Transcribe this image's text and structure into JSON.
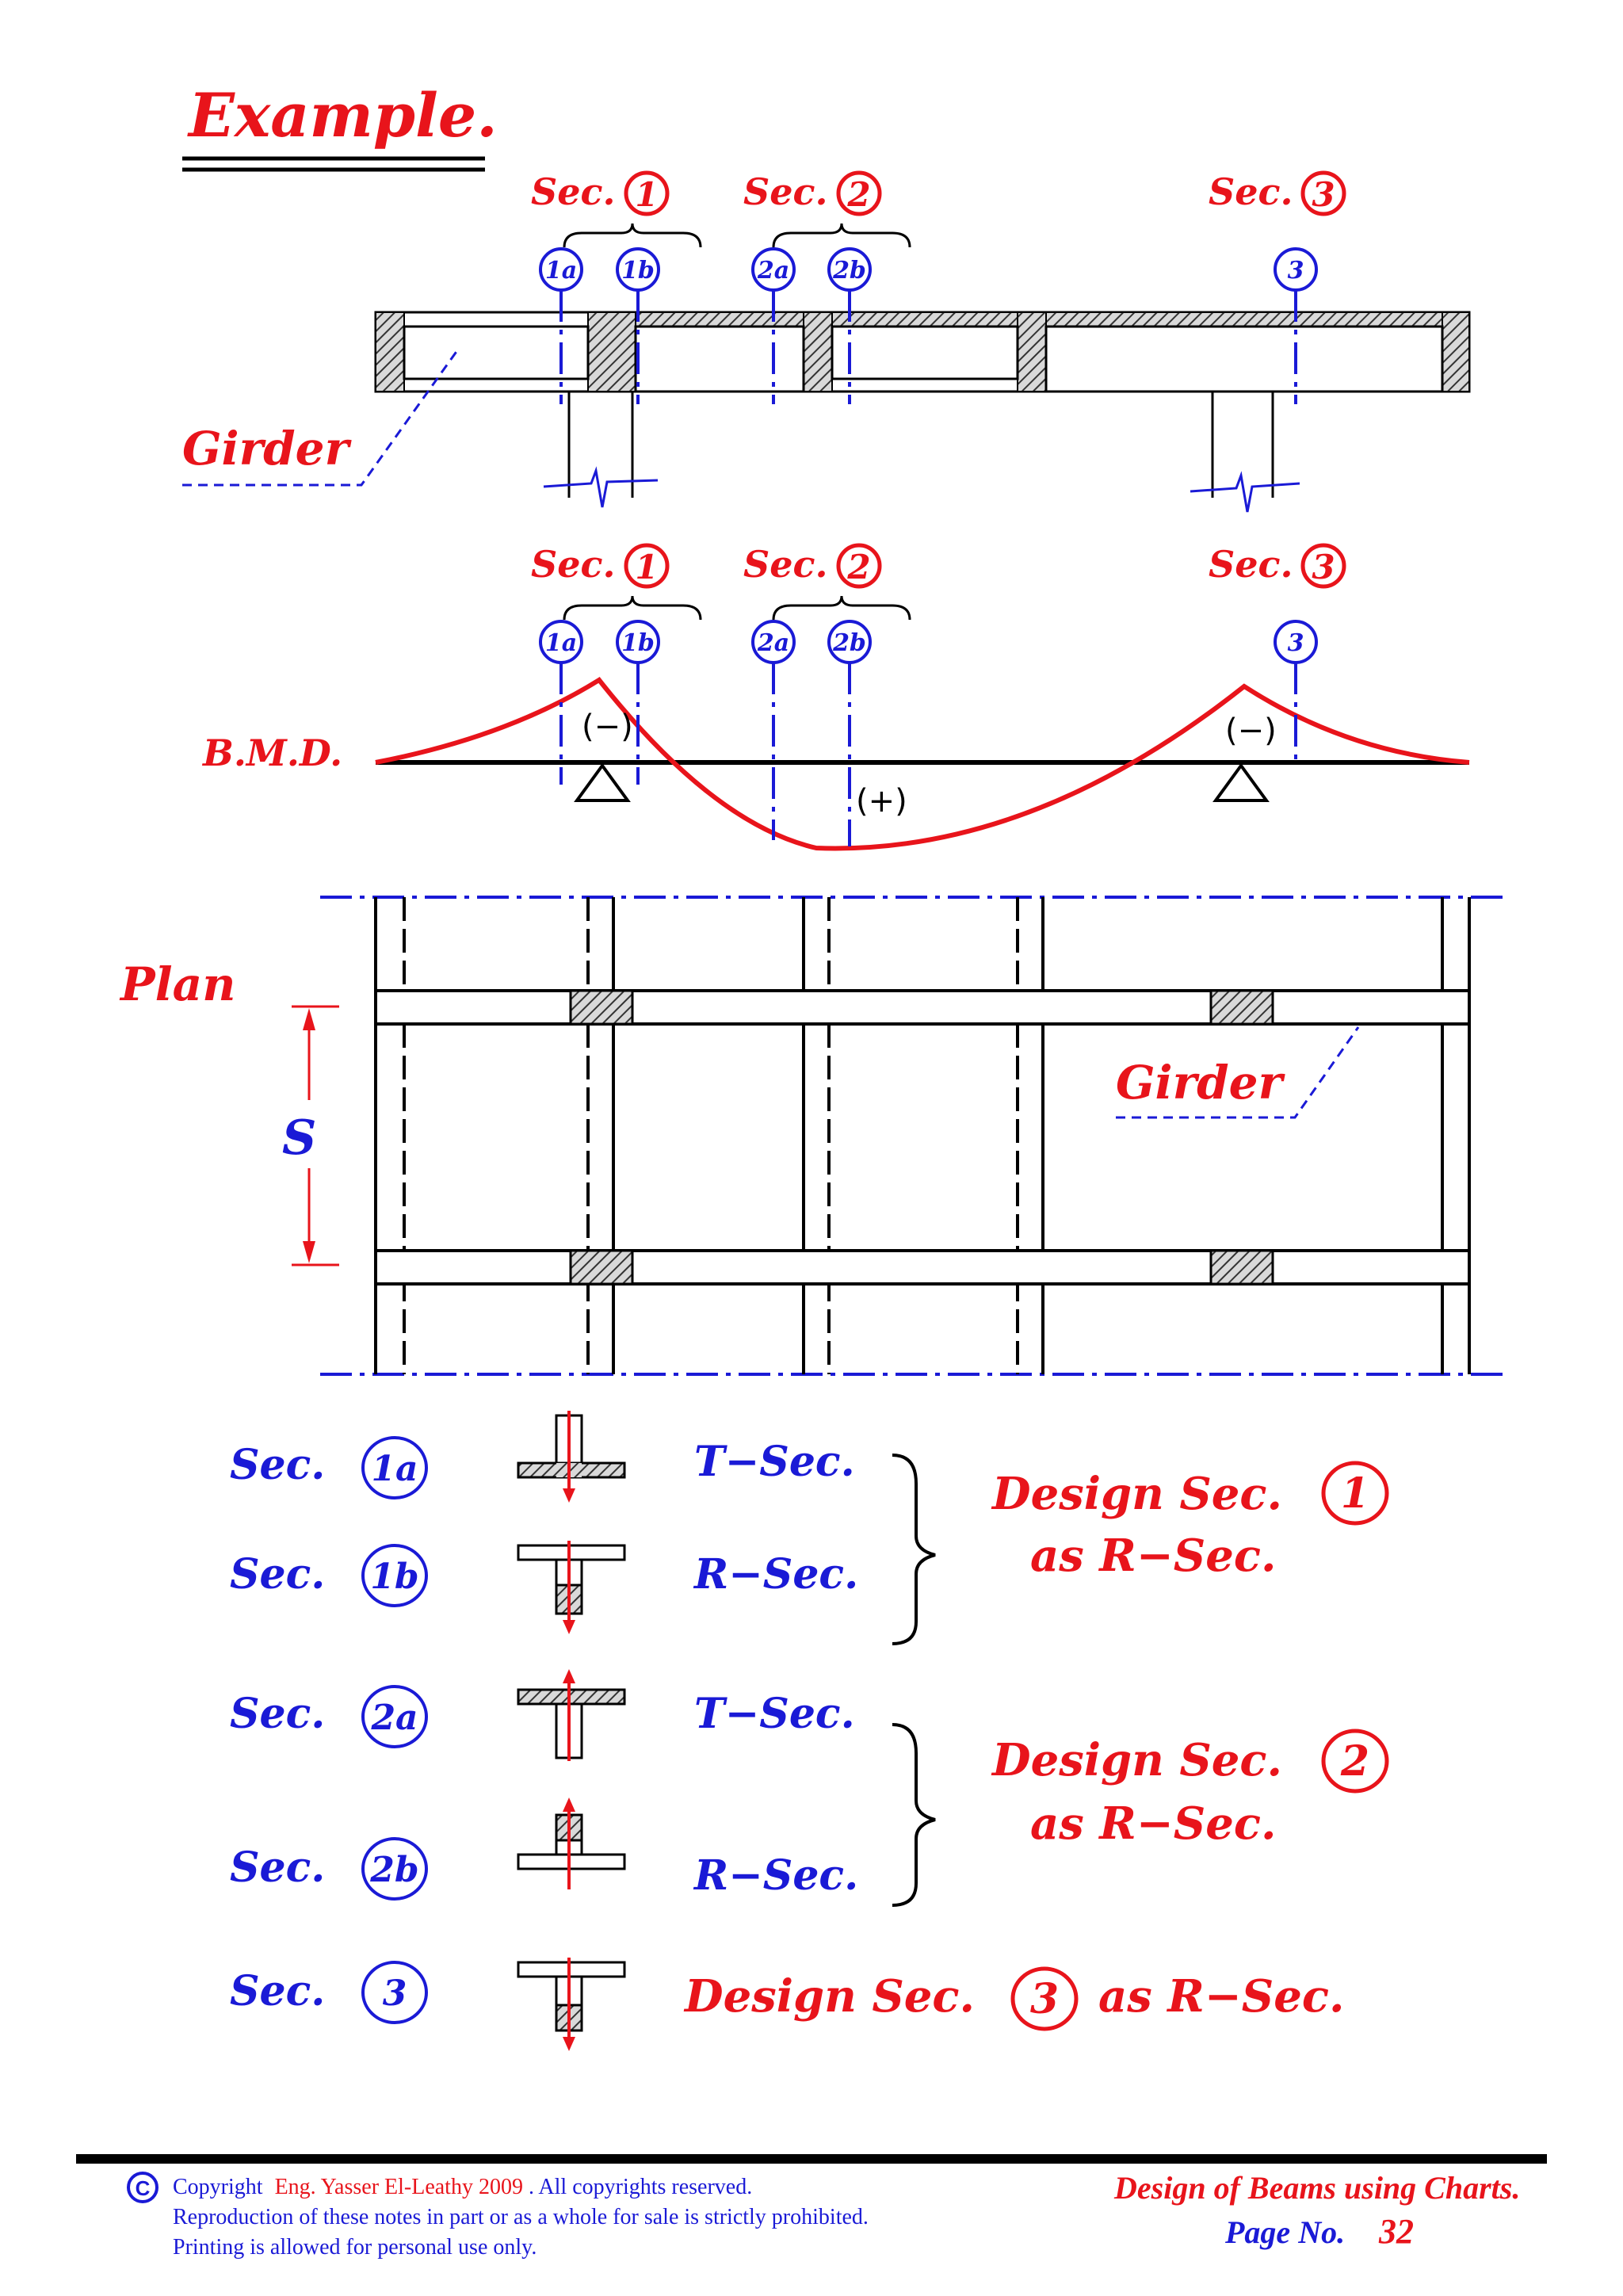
{
  "title": "Example.",
  "section_labels": [
    "Sec.",
    "Sec.",
    "Sec."
  ],
  "section_numbers": [
    "1",
    "2",
    "3"
  ],
  "circle_labels": [
    "1a",
    "1b",
    "2a",
    "2b",
    "3"
  ],
  "girder_label": "Girder",
  "bmd_label": "B.M.D.",
  "bmd_signs": {
    "neg": "(−)",
    "pos": "(+)"
  },
  "plan_label": "Plan",
  "plan_dim": "S",
  "table": {
    "rows": [
      {
        "label": "Sec.",
        "num": "1a",
        "type": "T−Sec."
      },
      {
        "label": "Sec.",
        "num": "1b",
        "type": "R−Sec."
      },
      {
        "label": "Sec.",
        "num": "2a",
        "type": "T−Sec."
      },
      {
        "label": "Sec.",
        "num": "2b",
        "type": "R−Sec."
      },
      {
        "label": "Sec.",
        "num": "3",
        "type": ""
      }
    ],
    "design1": {
      "line1": "Design Sec.",
      "num": "1",
      "line2": "as R−Sec."
    },
    "design2": {
      "line1": "Design Sec.",
      "num": "2",
      "line2": "as R−Sec."
    },
    "design3": {
      "prefix": "Design Sec.",
      "num": "3",
      "suffix": "as R−Sec."
    }
  },
  "footer": {
    "copyright_symbol": "C",
    "line1_a": "Copyright",
    "line1_author": "Eng. Yasser El-Leathy 2009",
    "line1_b": ". All copyrights reserved.",
    "line2": "Reproduction of these notes in part or as a whole for sale is strictly prohibited.",
    "line3": "Printing is allowed for personal use only.",
    "doc_title": "Design of Beams using Charts.",
    "page_label": "Page No.",
    "page_number": "32"
  },
  "colors": {
    "red": "#e8141b",
    "blue": "#1a1ad6",
    "black": "#000000"
  }
}
